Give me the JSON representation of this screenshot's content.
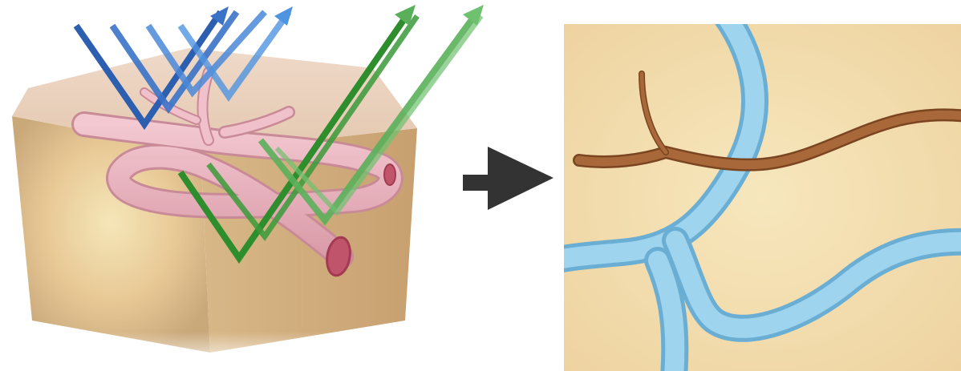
{
  "figure": {
    "left_panel": {
      "subject": "skin-tissue-block",
      "vessel": "pink-blood-vessel",
      "light_beams": [
        {
          "name": "blue-light",
          "color": "#3a78c8",
          "reach": "surface"
        },
        {
          "name": "green-light",
          "color": "#3a9a3a",
          "reach": "deep"
        }
      ]
    },
    "arrow": {
      "color": "#333333",
      "direction": "right"
    },
    "right_panel": {
      "subject": "narrow-band-image",
      "background_color": "#f3e0b0",
      "vessels": [
        {
          "name": "brown-capillary",
          "color": "#9a5a2e"
        },
        {
          "name": "cyan-deep-vessel",
          "color": "#8cc8e8"
        }
      ]
    }
  }
}
